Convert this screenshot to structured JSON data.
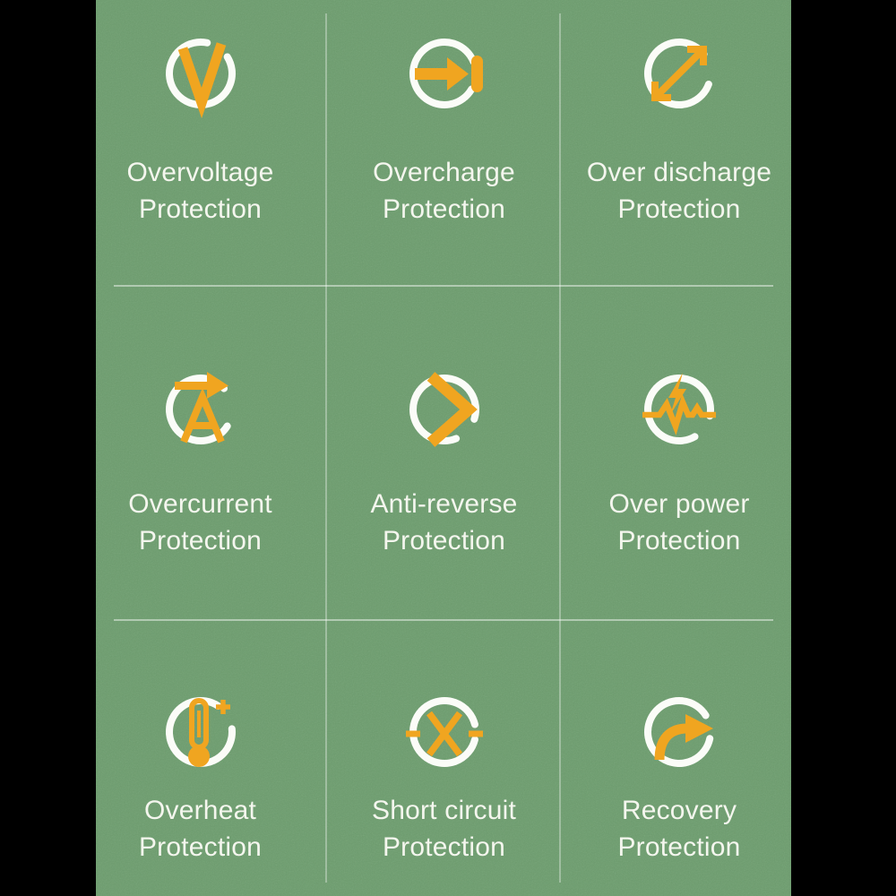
{
  "colors": {
    "background": "#000000",
    "panel": "#6d9b6e",
    "orange": "#f0a520",
    "ring_white": "#fbfcf8",
    "text_white": "#f4f6ee",
    "divider": "rgba(255,255,255,0.45)"
  },
  "features": [
    {
      "icon": "overvoltage-icon",
      "line1": "Overvoltage",
      "line2": "Protection"
    },
    {
      "icon": "overcharge-icon",
      "line1": "Overcharge",
      "line2": "Protection"
    },
    {
      "icon": "over-discharge-icon",
      "line1": "Over discharge",
      "line2": "Protection"
    },
    {
      "icon": "overcurrent-icon",
      "line1": "Overcurrent",
      "line2": "Protection"
    },
    {
      "icon": "anti-reverse-icon",
      "line1": "Anti-reverse",
      "line2": "Protection"
    },
    {
      "icon": "over-power-icon",
      "line1": "Over power",
      "line2": "Protection"
    },
    {
      "icon": "overheat-icon",
      "line1": "Overheat",
      "line2": "Protection"
    },
    {
      "icon": "short-circuit-icon",
      "line1": "Short circuit",
      "line2": "Protection"
    },
    {
      "icon": "recovery-icon",
      "line1": "Recovery",
      "line2": "Protection"
    }
  ]
}
